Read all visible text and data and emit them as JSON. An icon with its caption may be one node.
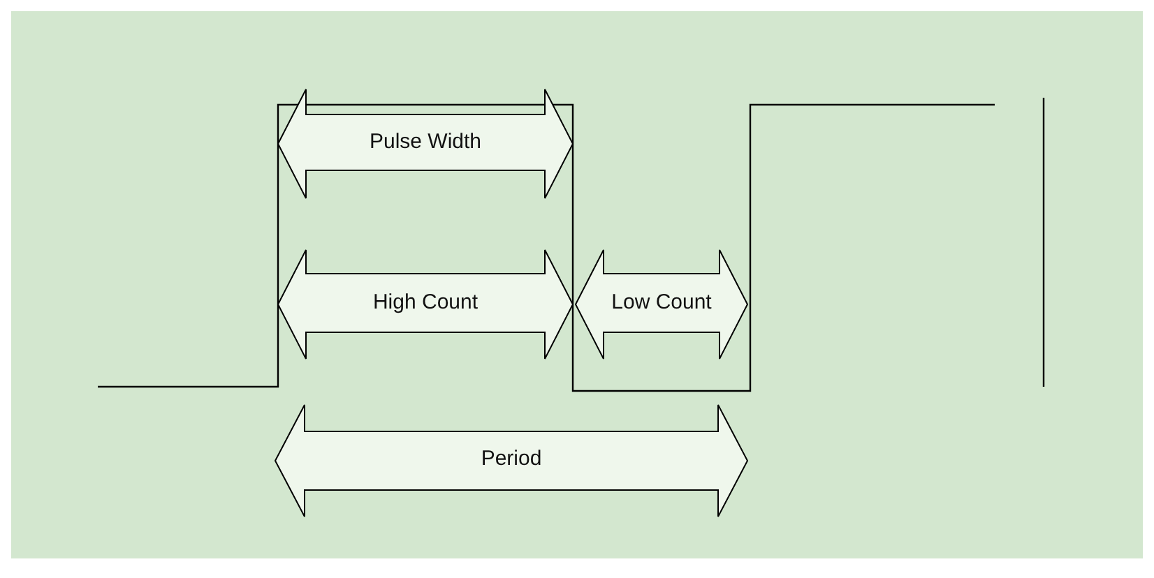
{
  "diagram": {
    "nodes": [
      {
        "text": [
          "Pulse Width"
        ]
      },
      {
        "text": [
          "High Count"
        ]
      },
      {
        "text": [
          "Low Count"
        ]
      },
      {
        "text": [
          "Period"
        ]
      }
    ]
  }
}
